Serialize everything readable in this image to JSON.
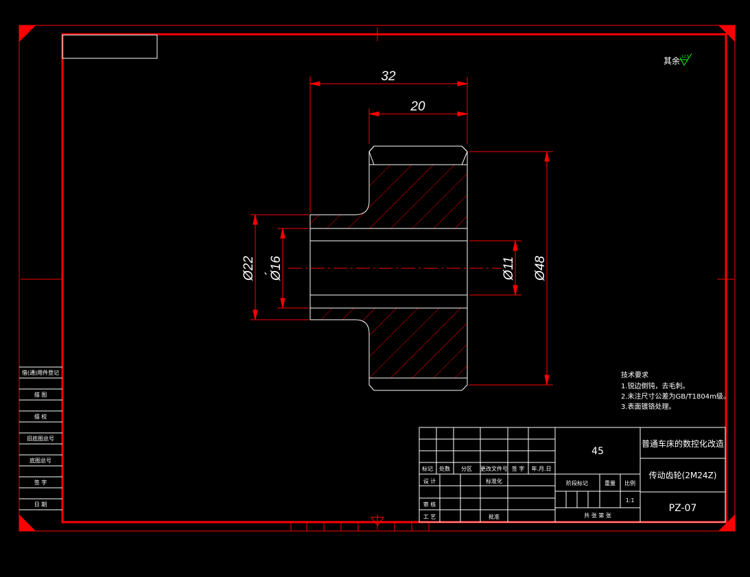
{
  "colors": {
    "background": "#000000",
    "frame": "#ff0000",
    "line": "#ffffff",
    "hatch": "#ff0000"
  },
  "surface_mark": "其余",
  "surface_value": "12.5",
  "dimensions": {
    "width_total": "32",
    "width_rim": "20",
    "dia_hub": "Ø22",
    "dia_bore": "Ø16",
    "dia_small": "Ø11",
    "dia_outer": "Ø48",
    "tick": "`"
  },
  "tech_notes": {
    "heading": "技术要求",
    "lines": [
      "1.锐边倒钝，去毛刺。",
      "2.未注尺寸公差为GB/T1804m级。",
      "3.表面镀铬处理。"
    ]
  },
  "left_strip": [
    "借(通)用件登记",
    "描 图",
    "描 校",
    "旧底图总号",
    "底图总号",
    "签 字",
    "日 期"
  ],
  "title_block": {
    "material": "45",
    "project": "普通车床的数控化改造",
    "part_name": "传动齿轮(2M24Z)",
    "drawing_no": "PZ-07",
    "scale_value": "1:1",
    "header_labels": [
      "标记",
      "处数",
      "分区",
      "更改文件号",
      "签 字",
      "年.月.日"
    ],
    "row_design": "设 计",
    "row_standard": "标准化",
    "row_review": "审 核",
    "row_process": "工 艺",
    "row_approve": "批准",
    "stage_mark": "阶段标记",
    "weight": "重量",
    "scale": "比例",
    "sheets": "共  张  第  张"
  }
}
